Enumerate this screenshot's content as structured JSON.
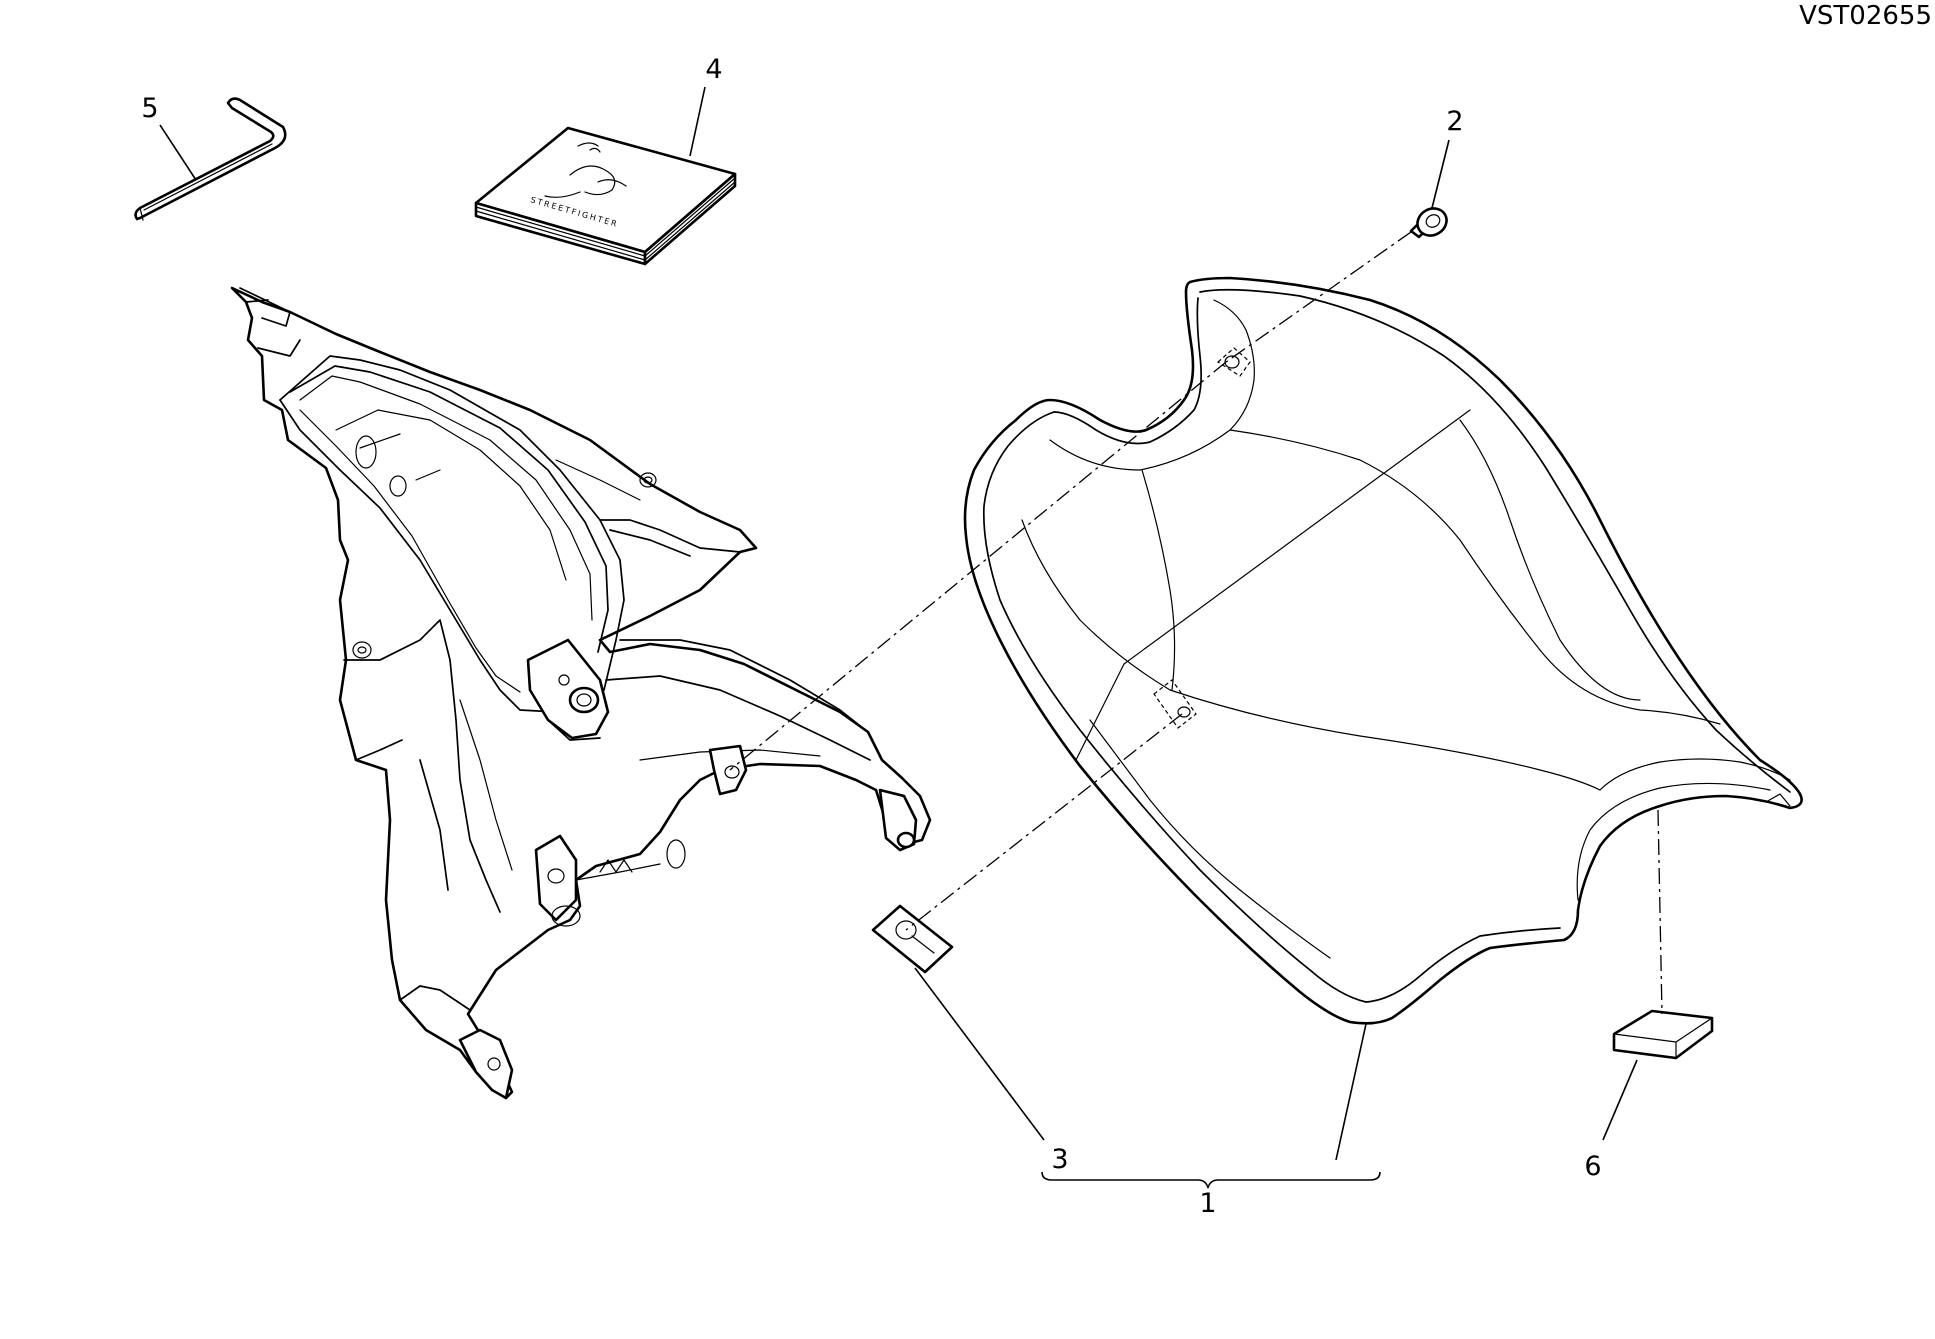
{
  "diagram": {
    "reference_code": "VST02655",
    "callouts": [
      {
        "id": "1",
        "label": "1"
      },
      {
        "id": "2",
        "label": "2"
      },
      {
        "id": "3",
        "label": "3"
      },
      {
        "id": "4",
        "label": "4"
      },
      {
        "id": "5",
        "label": "5"
      },
      {
        "id": "6",
        "label": "6"
      }
    ],
    "manual_cover_text": "STREETFIGHTER"
  }
}
